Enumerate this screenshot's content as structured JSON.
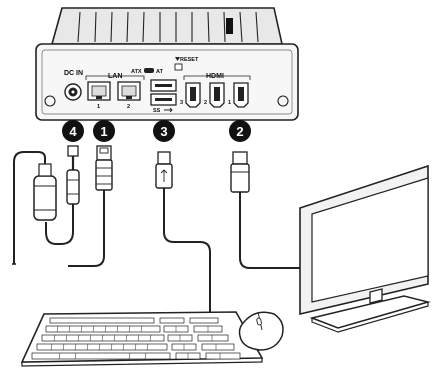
{
  "diagram": {
    "ports": {
      "dc_in": "DC IN",
      "lan": "LAN",
      "lan_port_1": "1",
      "lan_port_2": "2",
      "atx": "ATX",
      "at": "AT",
      "reset": "RESET",
      "usb": "SS",
      "hdmi": "HDMI",
      "hdmi_port_3": "3",
      "hdmi_port_2": "2",
      "hdmi_port_1": "1"
    },
    "callouts": [
      "4",
      "1",
      "3",
      "2"
    ],
    "colors": {
      "badge": "#111111",
      "line": "#222222",
      "background": "#ffffff"
    },
    "icons": [
      "pc-chassis",
      "power-adapter",
      "lan-cable",
      "usb-cable",
      "hdmi-cable",
      "monitor",
      "keyboard",
      "mouse"
    ]
  }
}
